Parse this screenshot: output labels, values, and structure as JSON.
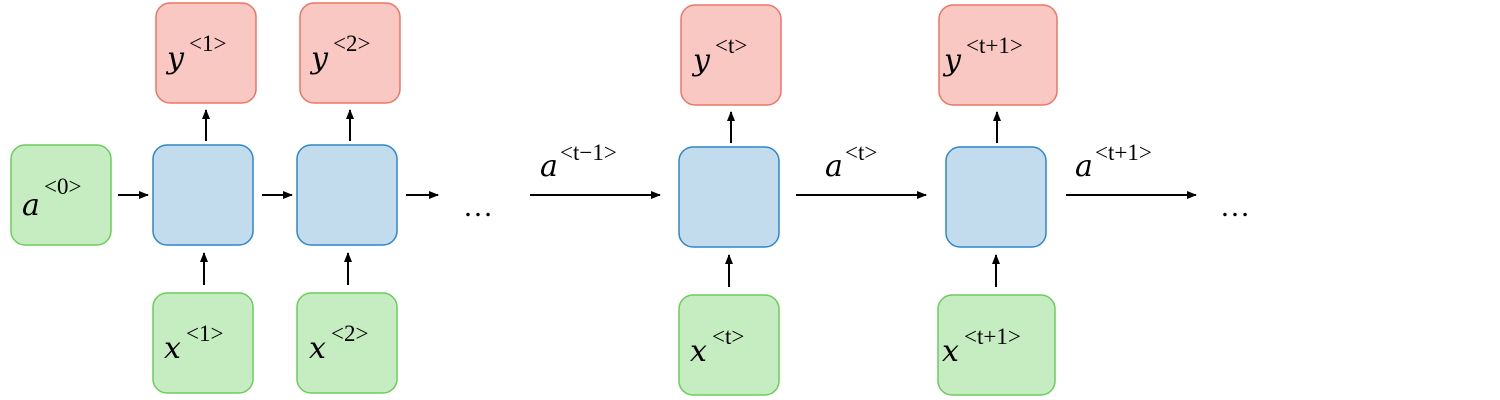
{
  "colors": {
    "input_fill": "#c6ecc1",
    "input_border": "#6ccc5c",
    "output_fill": "#f9c8c2",
    "output_border": "#ee7565",
    "cell_fill": "#c2dcee",
    "cell_border": "#2e86c8"
  },
  "labels": {
    "a0": {
      "base": "a",
      "sup": "<0>"
    },
    "y1": {
      "base": "y",
      "sup": "<1>"
    },
    "y2": {
      "base": "y",
      "sup": "<2>"
    },
    "x1": {
      "base": "x",
      "sup": "<1>"
    },
    "x2": {
      "base": "x",
      "sup": "<2>"
    },
    "yt": {
      "base": "y",
      "sup": "<t>"
    },
    "yt1": {
      "base": "y",
      "sup": "<t+1>"
    },
    "xt": {
      "base": "x",
      "sup": "<t>"
    },
    "xt1": {
      "base": "x",
      "sup": "<t+1>"
    },
    "a_tm1": {
      "base": "a",
      "sup": "<t−1>"
    },
    "a_t": {
      "base": "a",
      "sup": "<t>"
    },
    "a_tp1": {
      "base": "a",
      "sup": "<t+1>"
    },
    "ellipsis": "…"
  }
}
